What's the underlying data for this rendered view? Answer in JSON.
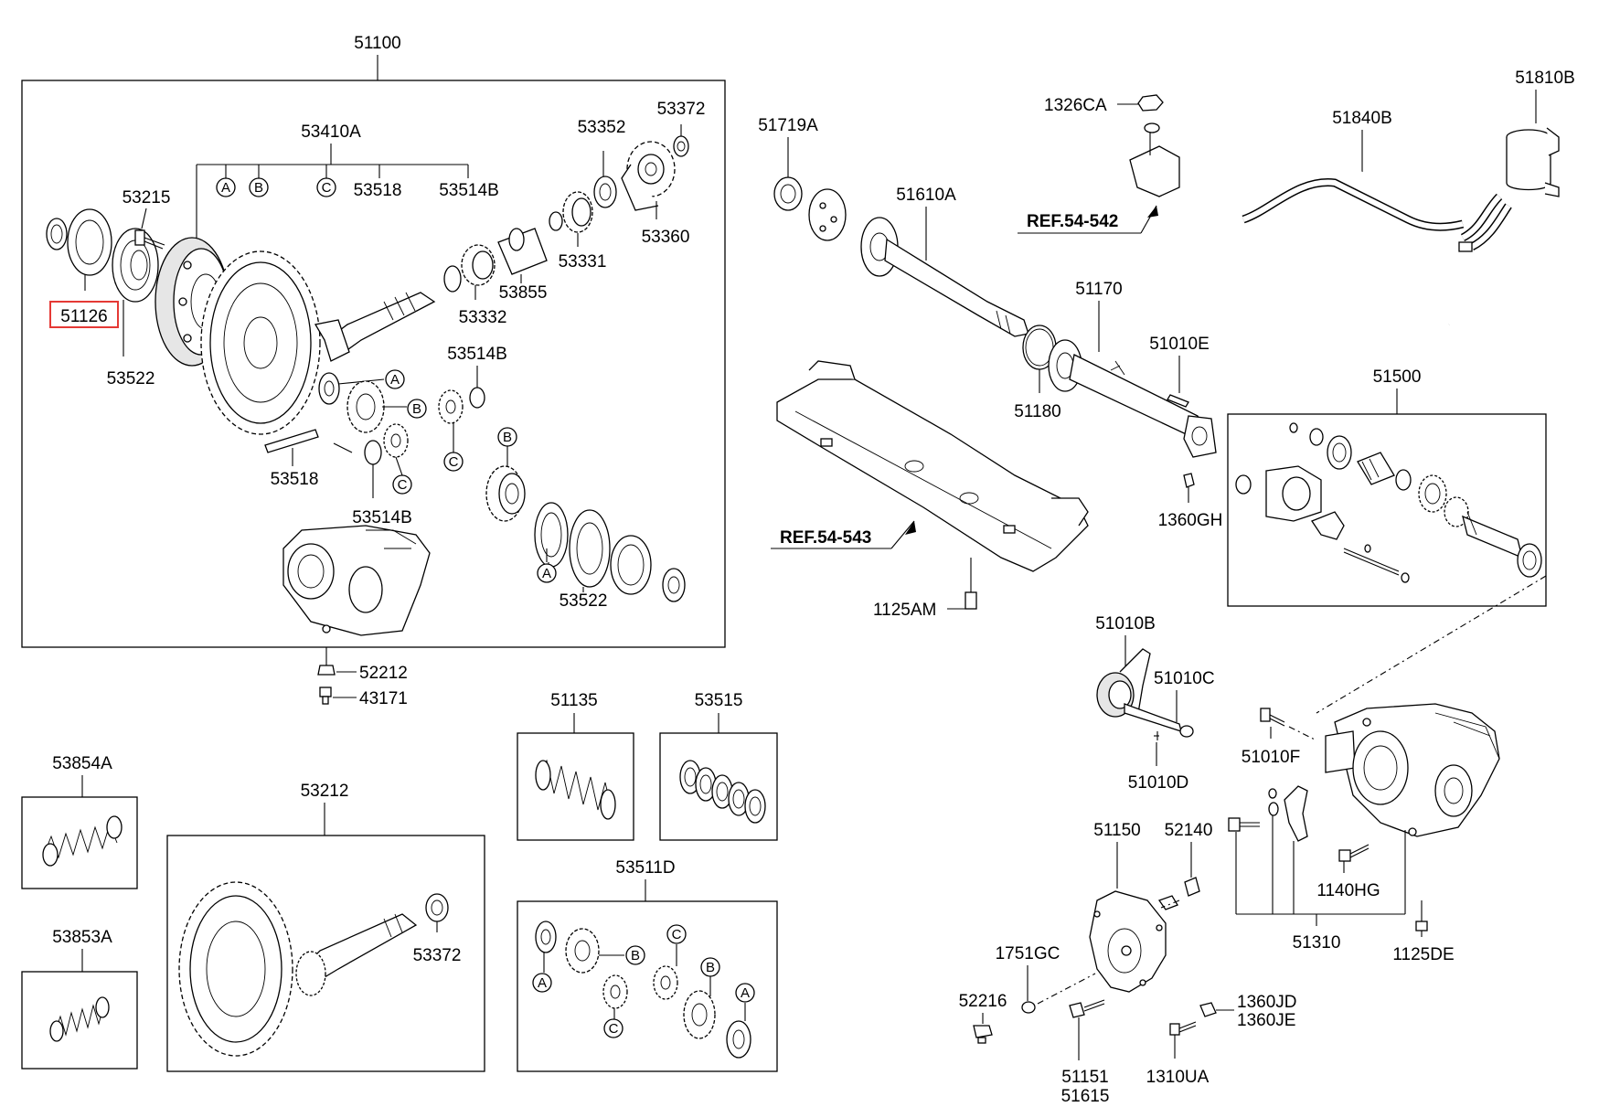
{
  "labels": {
    "l51100": "51100",
    "l53410A": "53410A",
    "l53518a": "53518",
    "l53514Ba": "53514B",
    "l53215": "53215",
    "l51126": "51126",
    "l53522a": "53522",
    "l53352": "53352",
    "l53372a": "53372",
    "l53360": "53360",
    "l53331": "53331",
    "l53855": "53855",
    "l53332": "53332",
    "l53514Bb": "53514B",
    "l53518b": "53518",
    "l53514Bc": "53514B",
    "l53522b": "53522",
    "l52212": "52212",
    "l43171": "43171",
    "l51719A": "51719A",
    "l51610A": "51610A",
    "l1326CA": "1326CA",
    "ref54542": "REF.54-542",
    "l51840B": "51840B",
    "l51810B": "51810B",
    "l51170": "51170",
    "l51010E": "51010E",
    "l51180": "51180",
    "l1360GH": "1360GH",
    "l51500": "51500",
    "ref54543": "REF.54-543",
    "l1125AM": "1125AM",
    "l51010B": "51010B",
    "l51010C": "51010C",
    "l51010D": "51010D",
    "l51010F": "51010F",
    "l51135": "51135",
    "l53515": "53515",
    "l53854A": "53854A",
    "l53212": "53212",
    "l53372b": "53372",
    "l53853A": "53853A",
    "l53511D": "53511D",
    "l51150": "51150",
    "l52140": "52140",
    "l1140HG": "1140HG",
    "l51310": "51310",
    "l1125DE": "1125DE",
    "l1751GC": "1751GC",
    "l52216": "52216",
    "l51151": "51151",
    "l51615": "51615",
    "l1310UA": "1310UA",
    "l1360JD": "1360JD",
    "l1360JE": "1360JE"
  },
  "callouts": {
    "A": "A",
    "B": "B",
    "C": "C"
  },
  "highlight_color": "#e53935"
}
